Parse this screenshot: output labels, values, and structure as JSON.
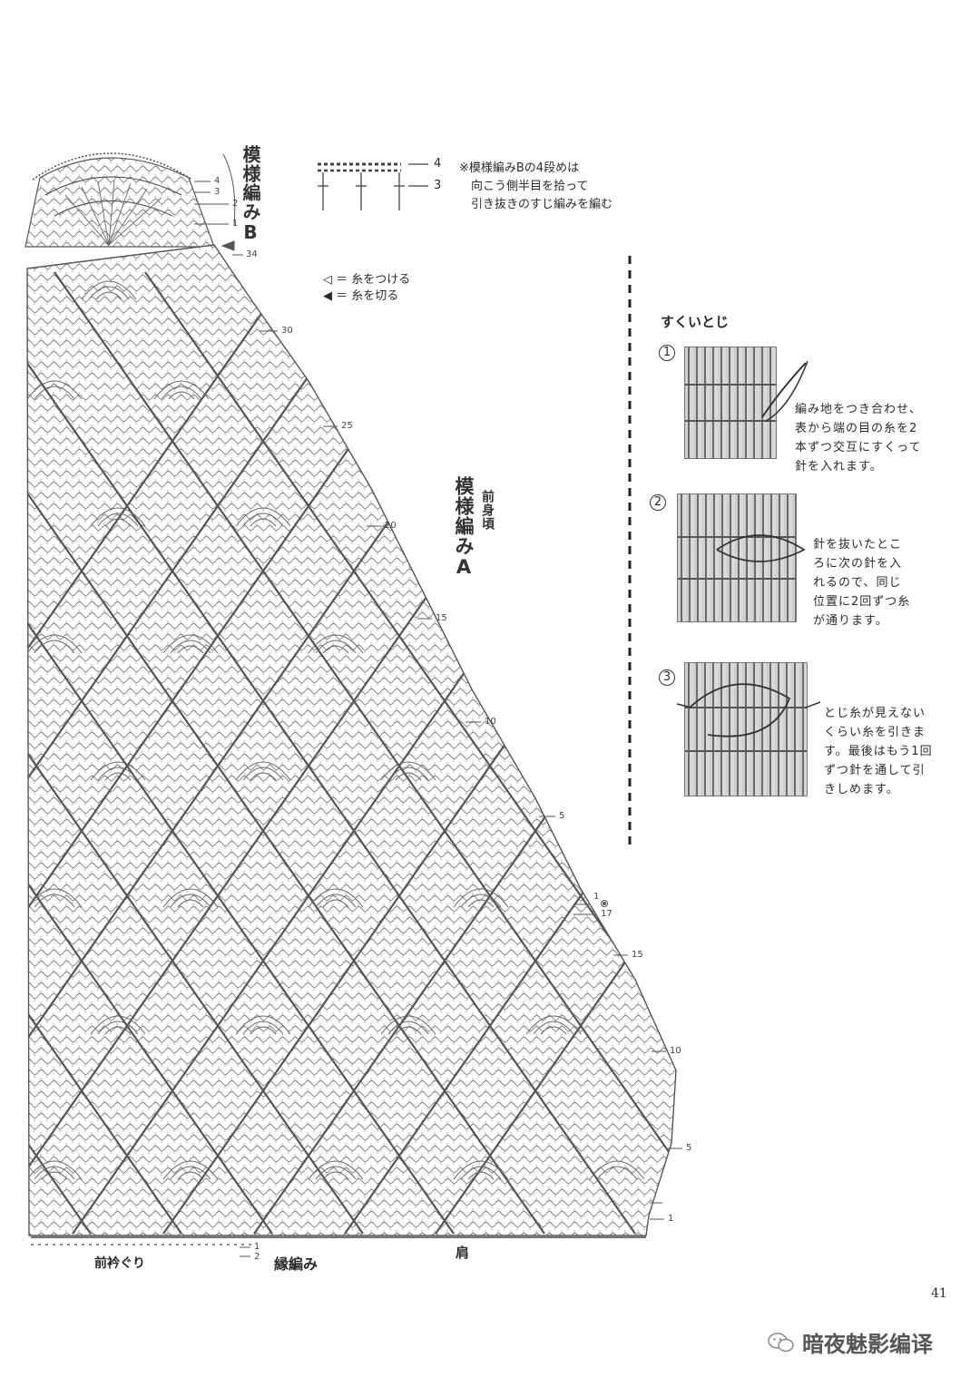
{
  "diagram": {
    "pattern_b_label": "模様編みB",
    "pattern_a_label": "模様編みA",
    "body_part_label": "前身頃",
    "border_label": "縁編み",
    "neckline_label": "前衿ぐり",
    "shoulder_label": "肩",
    "b_rows": [
      "4",
      "3",
      "2",
      "1"
    ],
    "b_end_row": "34",
    "a_rows_upper": [
      "30",
      "25",
      "20",
      "15",
      "10",
      "5"
    ],
    "join_rows": [
      "1",
      "17"
    ],
    "a_rows_lower": [
      "15",
      "10",
      "5",
      "1"
    ],
    "border_rows": [
      "1",
      "2"
    ]
  },
  "mini_chart": {
    "rows": [
      "4",
      "3"
    ],
    "note": "※模様編みBの4段めは\n　向こう側半目を拾って\n　引き抜きのすじ編みを編む"
  },
  "legend": {
    "attach_symbol": "◁",
    "attach_text": "＝ 糸をつける",
    "cut_symbol": "◀",
    "cut_text": "＝ 糸を切る"
  },
  "sukui": {
    "title": "すくいとじ",
    "steps": [
      {
        "num": "1",
        "text": "編み地をつき合わせ、\n表から端の目の糸を2\n本ずつ交互にすくって\n針を入れます。"
      },
      {
        "num": "2",
        "text": "針を抜いたとこ\nろに次の針を入\nれるので、同じ\n位置に2回ずつ糸\nが通ります。"
      },
      {
        "num": "3",
        "text": "とじ糸が見えない\nくらい糸を引きま\nす。最後はもう1回\nずつ針を通して引\nきしめます。"
      }
    ]
  },
  "page_number": "41",
  "watermark": "暗夜魅影编译"
}
